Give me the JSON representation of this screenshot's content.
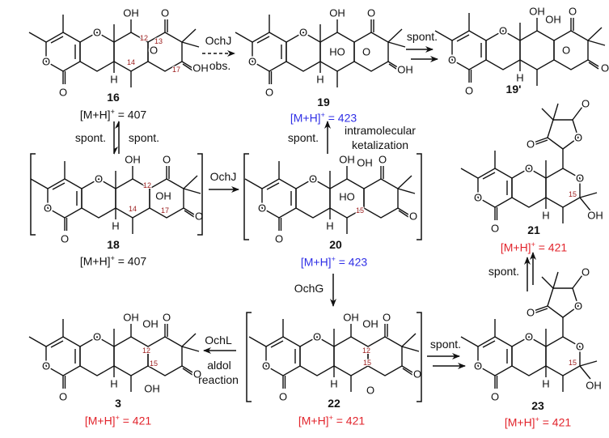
{
  "colors": {
    "blue": "#2e2ee6",
    "red": "#e2232b",
    "number": "#9b1b1b"
  },
  "structures": {
    "s16": {
      "id": "16",
      "mass_prefix": "[M+H]",
      "charge": "+",
      "mass_value": " = 407",
      "atoms": [
        "O",
        "O",
        "O",
        "H",
        "OH",
        "O",
        "O",
        "OH",
        "12",
        "13",
        "14",
        "17"
      ]
    },
    "s19": {
      "id": "19",
      "mass_prefix": "[M+H]",
      "charge": "+",
      "mass_value": " = 423",
      "atoms": [
        "O",
        "O",
        "O",
        "H",
        "OH",
        "O",
        "HO",
        "O",
        "OH"
      ]
    },
    "s19p": {
      "id": "19'",
      "atoms": [
        "O",
        "O",
        "O",
        "H",
        "OH",
        "OH",
        "O",
        "O",
        "O"
      ]
    },
    "s18": {
      "id": "18",
      "mass_prefix": "[M+H]",
      "charge": "+",
      "mass_value": " = 407",
      "atoms": [
        "O",
        "O",
        "O",
        "H",
        "OH",
        "O",
        "OH",
        "O",
        "12",
        "14",
        "17"
      ]
    },
    "s20": {
      "id": "20",
      "mass_prefix": "[M+H]",
      "charge": "+",
      "mass_value": " = 423",
      "atoms": [
        "O",
        "O",
        "O",
        "H",
        "OH",
        "OH",
        "O",
        "HO",
        "O",
        "15"
      ]
    },
    "s21": {
      "id": "21",
      "mass_prefix": "[M+H]",
      "charge": "+",
      "mass_value": " = 421",
      "atoms": [
        "O",
        "O",
        "O",
        "H",
        "O",
        "OH",
        "15",
        "O",
        "O",
        "O"
      ]
    },
    "s3": {
      "id": "3",
      "mass_prefix": "[M+H]",
      "charge": "+",
      "mass_value": " = 421",
      "atoms": [
        "O",
        "O",
        "O",
        "H",
        "OH",
        "OH",
        "O",
        "O",
        "OH",
        "12",
        "15"
      ]
    },
    "s22": {
      "id": "22",
      "mass_prefix": "[M+H]",
      "charge": "+",
      "mass_value": " = 421",
      "atoms": [
        "O",
        "O",
        "O",
        "H",
        "OH",
        "OH",
        "O",
        "O",
        "O",
        "12",
        "15"
      ]
    },
    "s23": {
      "id": "23",
      "mass_prefix": "[M+H]",
      "charge": "+",
      "mass_value": " = 421",
      "atoms": [
        "O",
        "O",
        "O",
        "H",
        "O",
        "OH",
        "15",
        "O",
        "O",
        "O"
      ]
    }
  },
  "arrows": {
    "a16_19": {
      "top": "OchJ",
      "bottom": "obs."
    },
    "a19_19p": {
      "top": "spont."
    },
    "eq16_18": {
      "left": "spont.",
      "right": "spont."
    },
    "a18_20": {
      "top": "OchJ"
    },
    "a20_19": {
      "left": "spont.",
      "right1": "intramolecular",
      "right2": "ketalization"
    },
    "a20_22": {
      "left": "OchG"
    },
    "a22_3": {
      "top": "OchL",
      "bottom1": "aldol",
      "bottom2": "reaction"
    },
    "a22_23": {
      "top": "spont."
    },
    "a23_21": {
      "left": "spont."
    }
  }
}
